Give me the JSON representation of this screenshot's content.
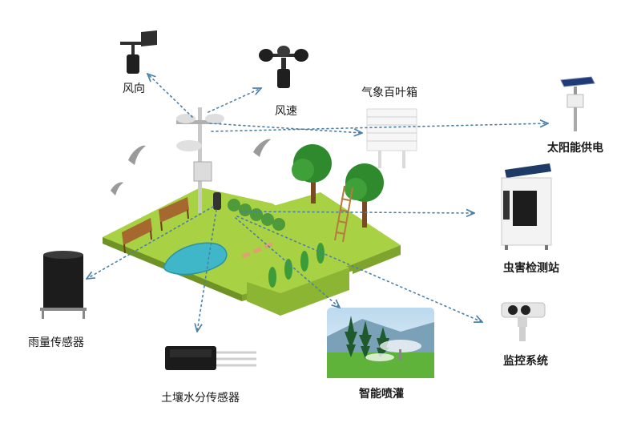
{
  "labels": {
    "wind_direction": "风向",
    "wind_speed": "风速",
    "louver_box": "气象百叶箱",
    "solar_power": "太阳能供电",
    "pest_station": "虫害检测站",
    "monitoring": "监控系统",
    "irrigation": "智能喷灌",
    "soil_sensor": "土壤水分传感器",
    "rain_sensor": "雨量传感器"
  },
  "colors": {
    "grass_top": "#a9d144",
    "grass_side": "#7fa42d",
    "connector": "#4a7fa8",
    "pond": "#3fb7c9"
  }
}
